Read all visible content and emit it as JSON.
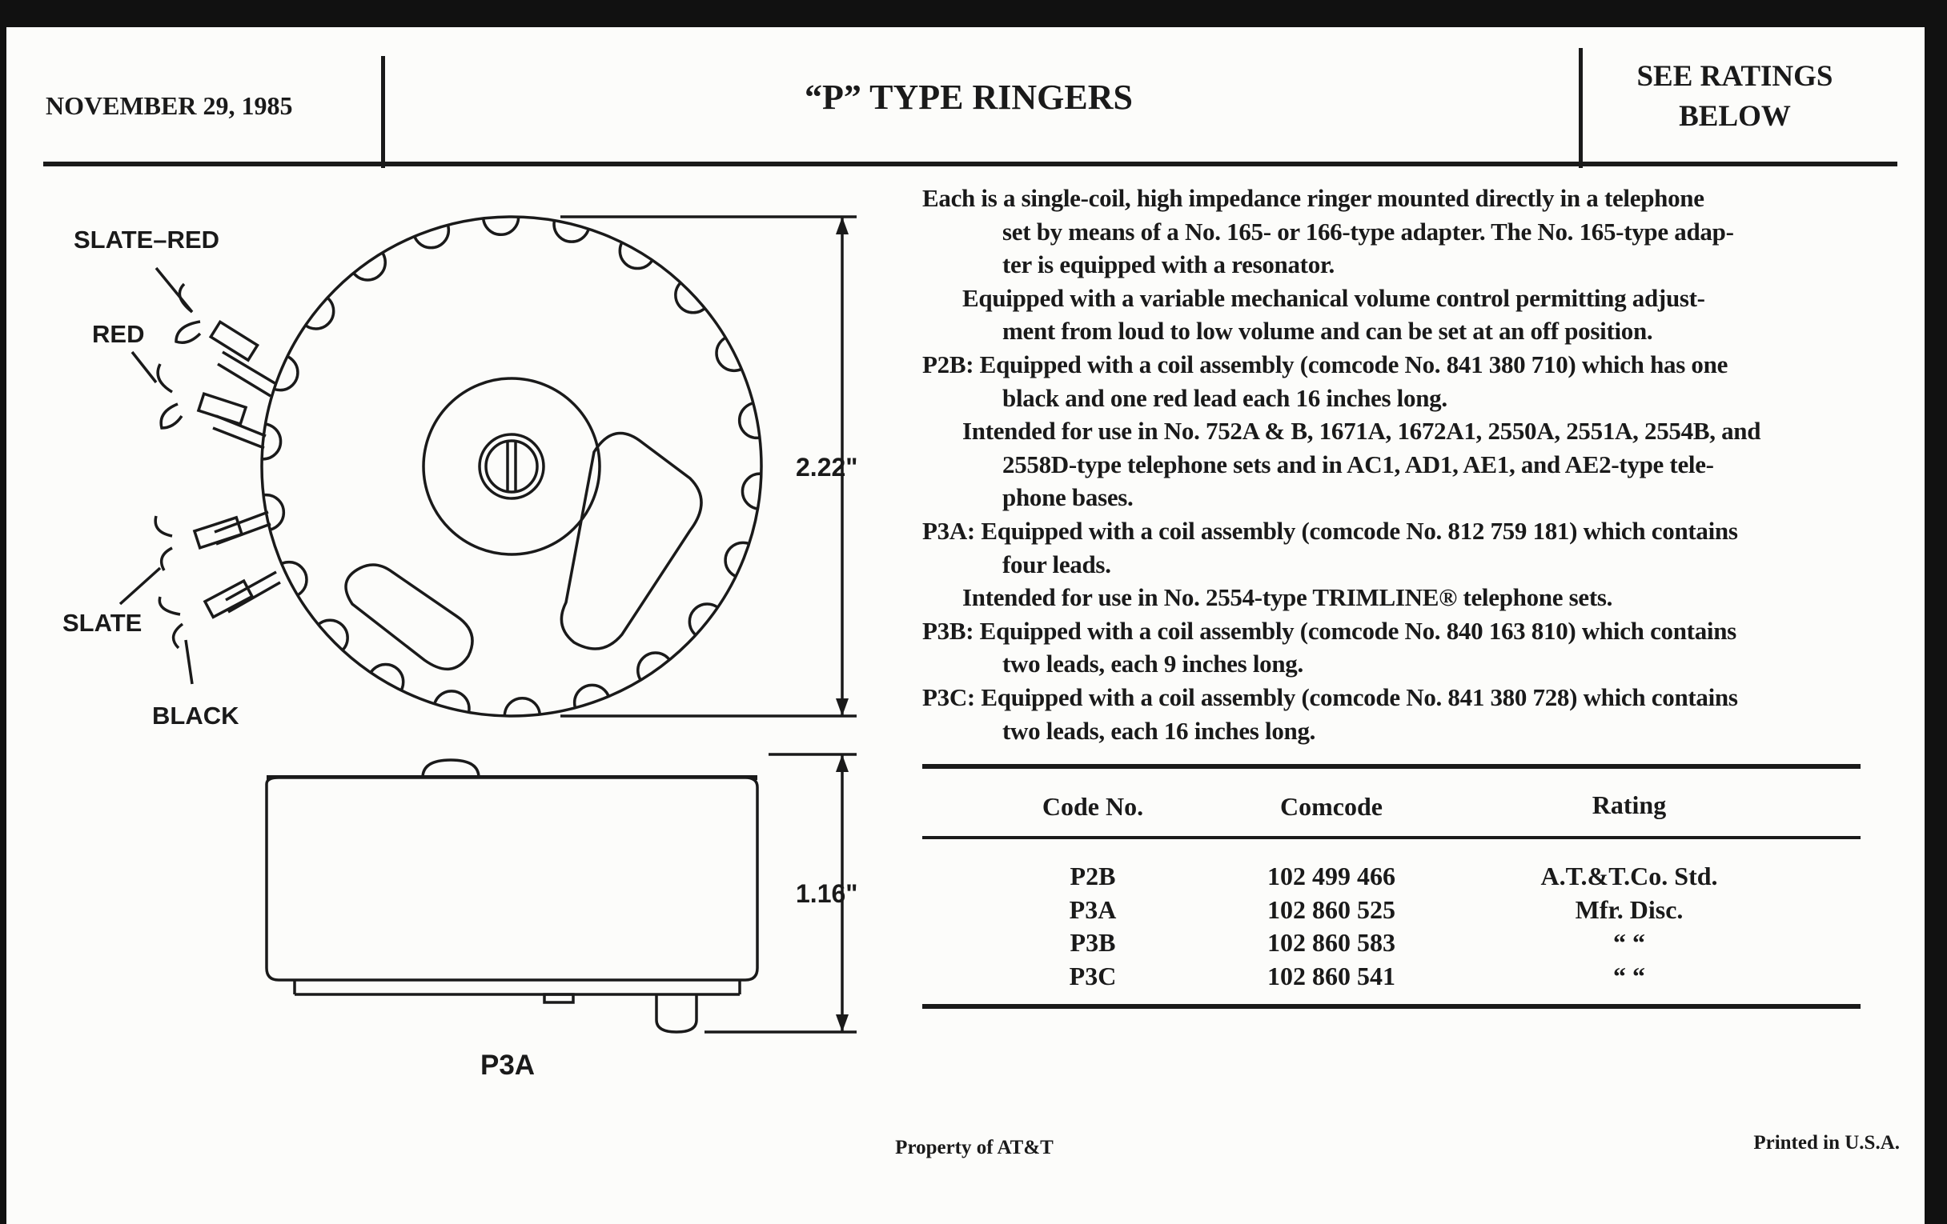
{
  "header": {
    "date": "NOVEMBER 29, 1985",
    "title": "“P” TYPE RINGERS",
    "ratings_line1": "SEE RATINGS",
    "ratings_line2": "BELOW"
  },
  "figure": {
    "leads": [
      "SLATE–RED",
      "RED",
      "SLATE",
      "BLACK"
    ],
    "diameter": "2.22\"",
    "height": "1.16\"",
    "caption": "P3A"
  },
  "description": [
    {
      "indent": "first",
      "text": "Each is a single-coil, high impedance ringer mounted directly in a telephone"
    },
    {
      "indent": "cont",
      "text": "set by means of a No. 165- or 166-type adapter. The No. 165-type adap-"
    },
    {
      "indent": "cont",
      "text": "ter is equipped with a resonator."
    },
    {
      "indent": "para",
      "text": "Equipped with a variable mechanical volume control permitting adjust-"
    },
    {
      "indent": "cont",
      "text": "ment from loud to low volume and can be set at an off position."
    },
    {
      "indent": "first",
      "text": "P2B: Equipped with a coil assembly (comcode No. 841 380 710) which has one"
    },
    {
      "indent": "cont",
      "text": "black and one red lead each 16 inches long."
    },
    {
      "indent": "para",
      "text": "Intended for use in No. 752A & B, 1671A, 1672A1, 2550A, 2551A, 2554B, and"
    },
    {
      "indent": "cont",
      "text": "2558D-type telephone sets and in AC1, AD1, AE1, and AE2-type tele-"
    },
    {
      "indent": "cont",
      "text": "phone bases."
    },
    {
      "indent": "first",
      "text": "P3A: Equipped with a coil assembly (comcode No. 812 759 181) which contains"
    },
    {
      "indent": "cont",
      "text": "four leads."
    },
    {
      "indent": "para",
      "text": "Intended for use in No. 2554-type TRIMLINE® telephone sets."
    },
    {
      "indent": "first",
      "text": "P3B: Equipped with a coil assembly (comcode No. 840 163 810) which contains"
    },
    {
      "indent": "cont",
      "text": "two leads, each 9 inches long."
    },
    {
      "indent": "first",
      "text": "P3C: Equipped with a coil assembly (comcode No. 841 380 728) which contains"
    },
    {
      "indent": "cont",
      "text": "two leads, each 16 inches long."
    }
  ],
  "table": {
    "headers": [
      "Code No.",
      "Comcode",
      "Rating"
    ],
    "rows": [
      [
        "P2B",
        "102 499 466",
        "A.T.&T.Co. Std."
      ],
      [
        "P3A",
        "102 860 525",
        "Mfr. Disc."
      ],
      [
        "P3B",
        "102 860 583",
        "“      “"
      ],
      [
        "P3C",
        "102 860 541",
        "“      “"
      ]
    ]
  },
  "footer": {
    "property": "Property of AT&T",
    "printed": "Printed in U.S.A."
  }
}
